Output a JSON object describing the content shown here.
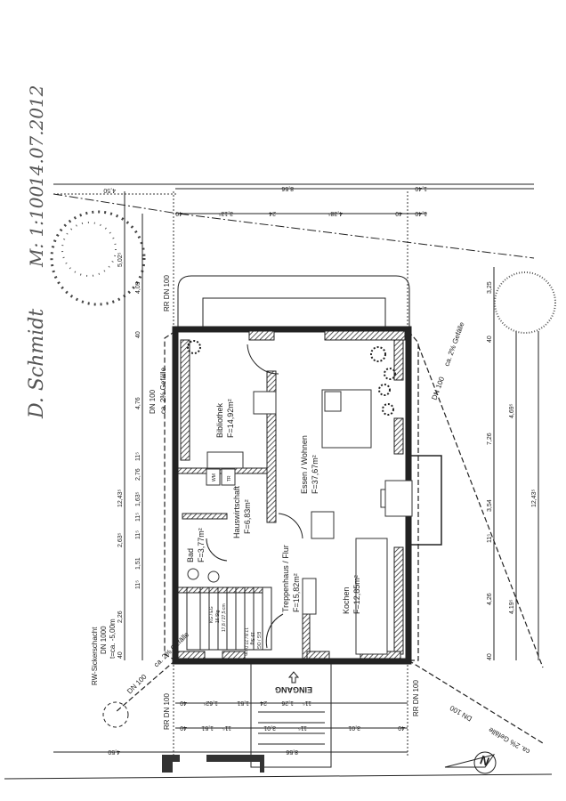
{
  "annotation": {
    "signature": "D. Schmidt",
    "scale": "M: 1:100",
    "date": "14.07.2012"
  },
  "rooms": {
    "bibliothek": {
      "name": "Bibliothek",
      "area": "F=14,92m²"
    },
    "essen_wohnen": {
      "name": "Essen / Wohnen",
      "area": "F=37,67m²"
    },
    "hauswirtschaft": {
      "name": "Hauswirtschaft",
      "area": "F=6,83m²"
    },
    "bad": {
      "name": "Bad",
      "area": "F=3,77m²"
    },
    "treppenhaus": {
      "name": "Treppenhaus / Flur",
      "area": "F=15,82m²"
    },
    "kochen": {
      "name": "Kochen",
      "area": "F=12,85m²"
    }
  },
  "appliances": {
    "wm": "WM",
    "tr": "TR"
  },
  "stairs": {
    "kg_eg": [
      "KG / EG",
      "16 Stg",
      "17,8 / 27,5 cm"
    ],
    "eg_og": [
      "EG / OG",
      "19 Stg",
      "17,8 / 27,0 cm"
    ]
  },
  "entrance": "EINGANG",
  "drainage": {
    "rr_dn100": "RR DN 100",
    "dn100": "DN 100",
    "slope": "ca. 2% Gefälle",
    "sickerschacht": [
      "RW-Sickerschacht",
      "DN 1000",
      "t=ca. -5,00m"
    ]
  },
  "dimensions": {
    "top_outer": [
      "4,50",
      "8,56",
      "1,40"
    ],
    "top_inner": [
      "40",
      "3,13⁵",
      "24",
      "4,38⁵",
      "40",
      "1,40"
    ],
    "left_outer": [
      "5,02⁵",
      "12,43⁵"
    ],
    "left_inner": [
      "4,09",
      "40",
      "4,76",
      "11⁵",
      "1,63⁵",
      "11⁵",
      "2,76",
      "11⁵",
      "2,63⁵",
      "1,51",
      "11⁵",
      "2,26",
      "40"
    ],
    "right_outer": [
      "3,25",
      "12,43⁵",
      "4,69⁵",
      "4,19⁵"
    ],
    "right_inner": [
      "40",
      "7,26",
      "3,54",
      "11⁵",
      "4,26",
      "40"
    ],
    "bottom_1": [
      "40",
      "1,62⁵",
      "1,51",
      "24",
      "1,26",
      "11⁵"
    ],
    "bottom_2": [
      "40",
      "1,51",
      "11⁵",
      "3,01",
      "11⁵",
      "3,01",
      "40"
    ],
    "bottom_outer": [
      "4,50",
      "8,56"
    ]
  },
  "north_arrow": "N"
}
